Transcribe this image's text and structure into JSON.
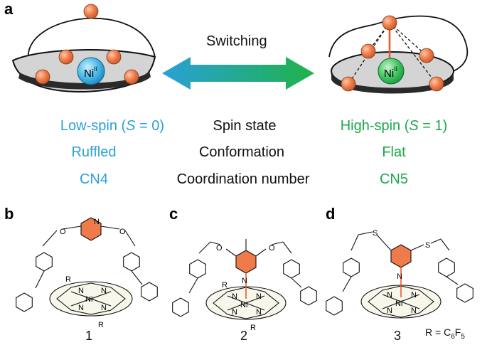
{
  "panels": {
    "a": "a",
    "b": "b",
    "c": "c",
    "d": "d"
  },
  "switch_label": "Switching",
  "metal": {
    "symbol": "Ni",
    "oxidation": "II"
  },
  "rows": [
    {
      "left": "Low-spin (S = 0)",
      "middle": "Spin state",
      "right": "High-spin (S = 1)"
    },
    {
      "left": "Ruffled",
      "middle": "Conformation",
      "right": "Flat"
    },
    {
      "left": "CN4",
      "middle": "Coordination number",
      "right": "CN5"
    }
  ],
  "spin_left": {
    "prefix": "Low-spin (",
    "var": "S",
    "suffix": " = 0)"
  },
  "spin_right": {
    "prefix": "High-spin (",
    "var": "S",
    "suffix": " = 1)"
  },
  "compounds": [
    "1",
    "2",
    "3"
  ],
  "r_group": {
    "prefix": "R = C",
    "sub1": "6",
    "mid": "F",
    "sub2": "5"
  },
  "atoms": {
    "N": "N",
    "O": "O",
    "S": "S",
    "R": "R",
    "Ni": "Ni"
  },
  "colors": {
    "blue": "#2aa0d8",
    "green": "#1aa84a",
    "orange": "#ef7a4a",
    "grey": "#d2d2d2"
  }
}
